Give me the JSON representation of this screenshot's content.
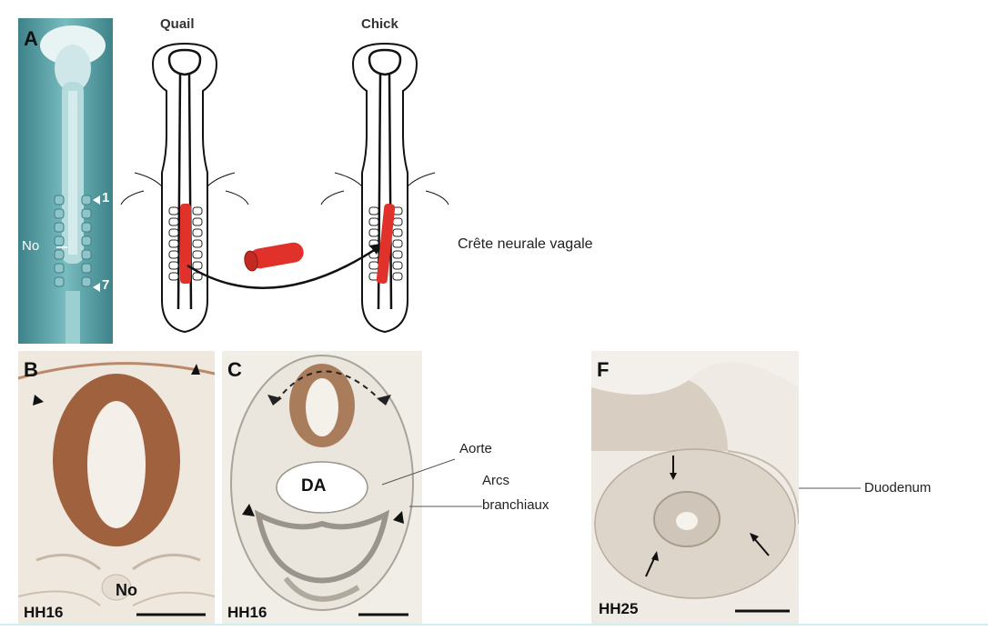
{
  "panels": {
    "a": {
      "label": "A",
      "marker_1": "1",
      "marker_no": "No",
      "marker_7": "7"
    },
    "b": {
      "label": "B",
      "stage": "HH16",
      "no": "No"
    },
    "c": {
      "label": "C",
      "stage": "HH16",
      "da": "DA"
    },
    "f": {
      "label": "F",
      "stage": "HH25"
    }
  },
  "diagram": {
    "quail": "Quail",
    "chick": "Chick",
    "graft_label": "Crête neurale vagale"
  },
  "annotations": {
    "aorte": "Aorte",
    "arcs_line1": "Arcs",
    "arcs_line2": "branchiaux",
    "duodenum": "Duodenum"
  },
  "colors": {
    "graft_red": "#e0322a",
    "photo_teal": "#5aa6ac",
    "stain_brown": "#a0623e",
    "tissue_bg": "#eee8e0"
  }
}
